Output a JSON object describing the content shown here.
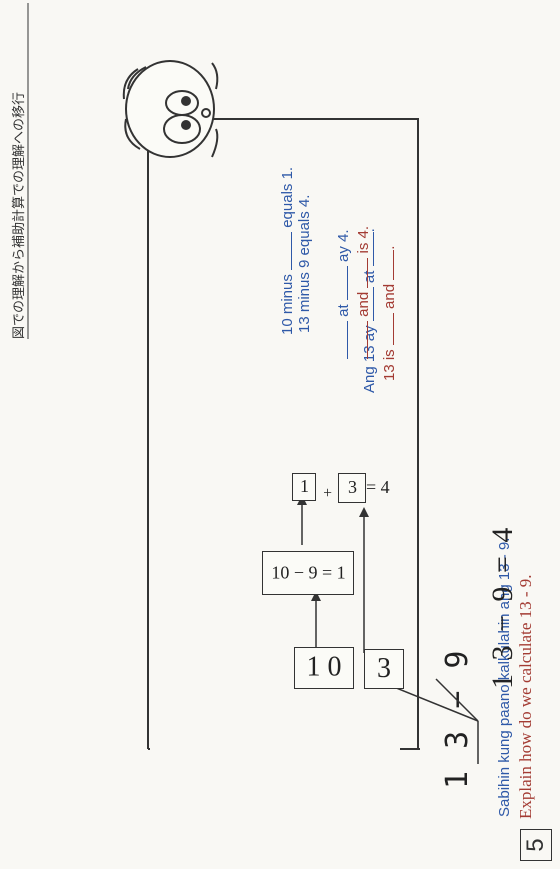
{
  "problem_number": "5",
  "instructions": {
    "english": "Explain how do we calculate 13 - 9.",
    "filipino": "Sabihin kung paano kalkulahin ang 13 - 9."
  },
  "top_expression": "1 3 − 9",
  "diagram": {
    "ten_box": "1 0",
    "ones_box": "3",
    "subtract_box": "10 − 9 = 1",
    "result_one": "1",
    "plus": "+",
    "result_three": "3",
    "equals_four": "= 4"
  },
  "sentences": {
    "s1_en": [
      "13 is ",
      " and ",
      "."
    ],
    "s1_fil": [
      "Ang 13 ay ",
      " at ",
      "."
    ],
    "s2": [
      "10 minus ",
      " equals 1."
    ],
    "s3_en": [
      "",
      " and ",
      " is 4."
    ],
    "s3_fil": [
      "",
      " at ",
      " ay 4."
    ],
    "s4": "13 minus 9 equals 4."
  },
  "bottom_expression": "1 3 − 9 = 4",
  "side_heading": "図での理解から補助計算での理解への移行",
  "colors": {
    "red": "#a33b33",
    "blue": "#2f59a8"
  }
}
